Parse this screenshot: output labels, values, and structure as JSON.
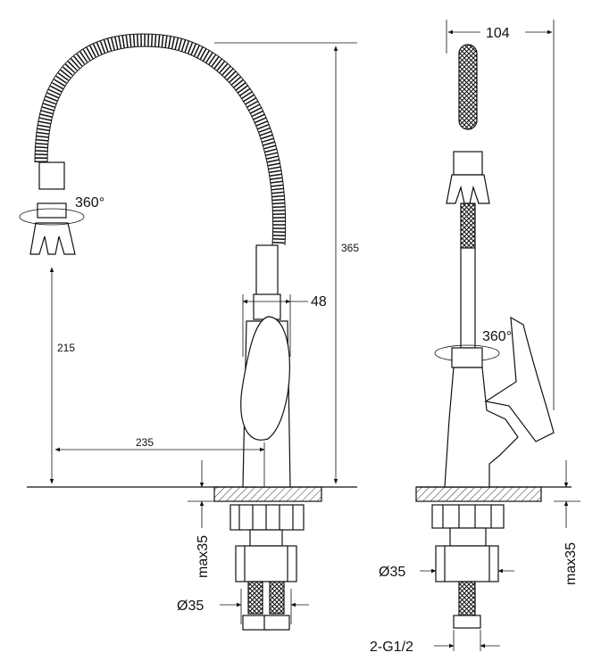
{
  "labels": {
    "width_top": "104",
    "height_total": "365",
    "spout_reach": "235",
    "spout_height": "215",
    "body_width": "48",
    "rotation_left": "360°",
    "rotation_right": "360°",
    "max_thickness_left": "max35",
    "max_thickness_right": "max35",
    "diameter_left": "Ø35",
    "diameter_right": "Ø35",
    "thread": "2-G1/2"
  },
  "colors": {
    "line": "#111111",
    "hatch": "#333333",
    "background": "#ffffff"
  }
}
